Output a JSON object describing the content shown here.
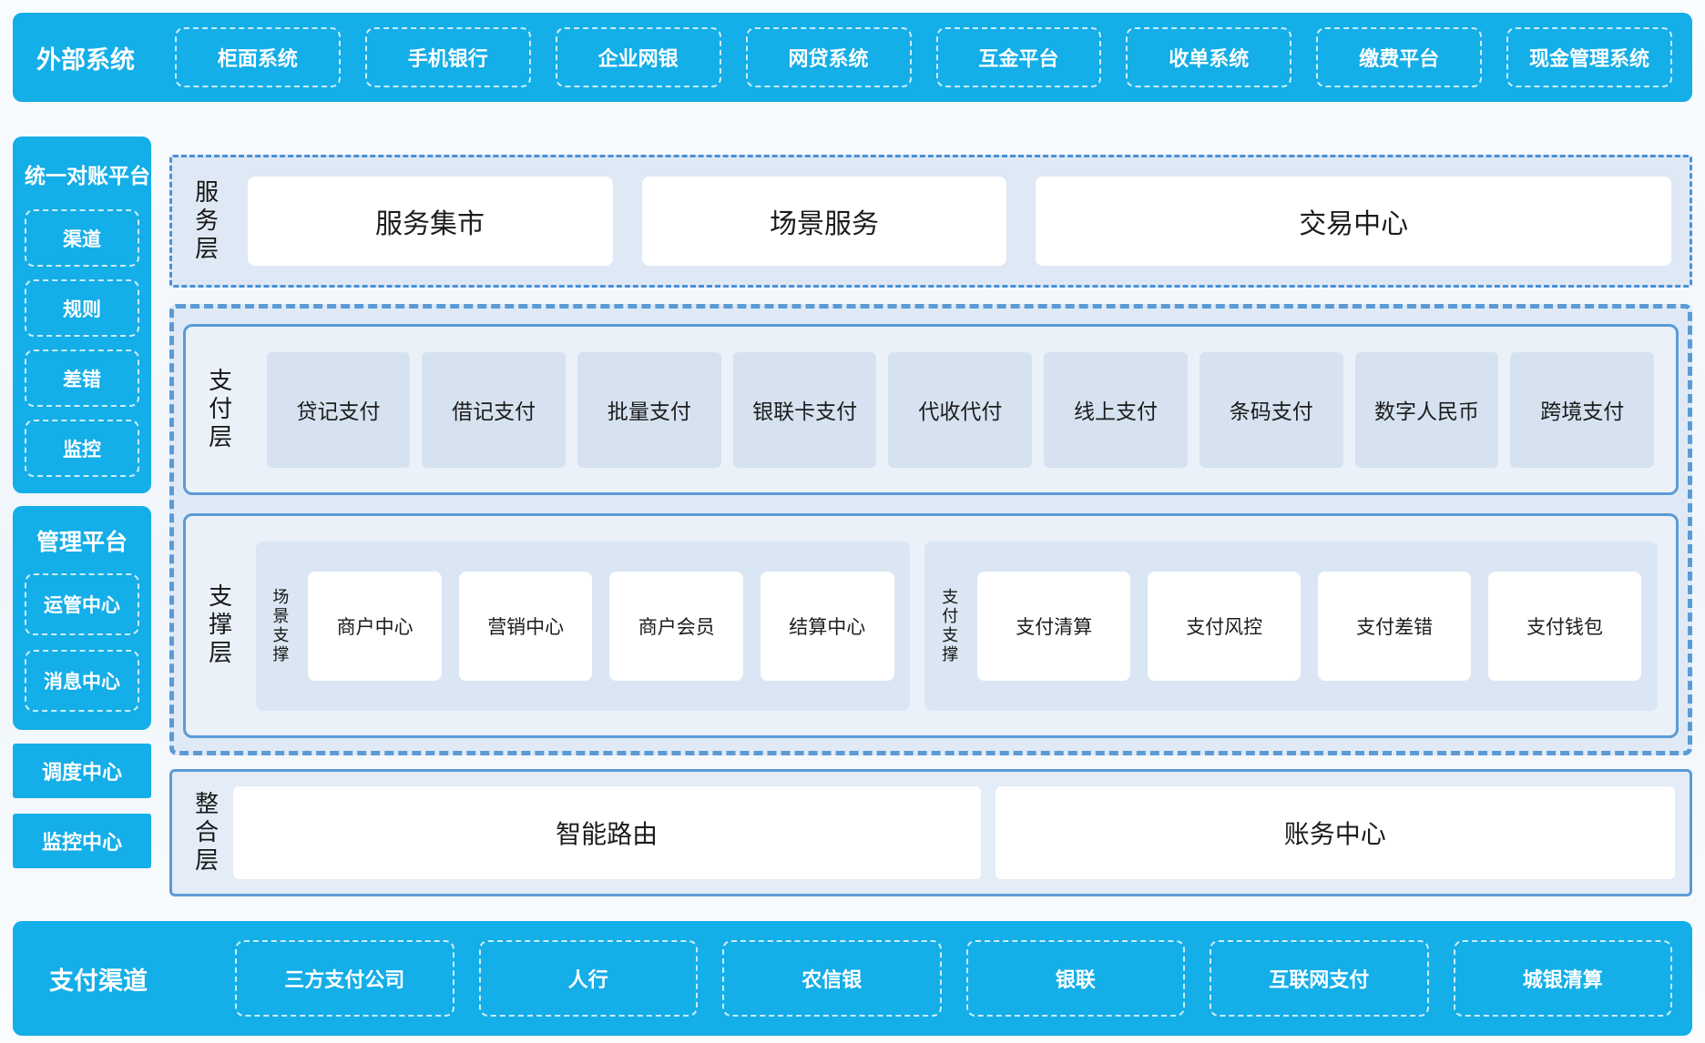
{
  "colors": {
    "accent": "#14AEE8",
    "solid_border": "#5b9bd5",
    "dashdot_border": "#4a90d8",
    "panel_bg": "#e0eaf6",
    "inner_bg": "#eaf1f9",
    "item_bg": "#d6e2f0",
    "group_bg": "#dae6f3",
    "text": "#1c1c1c"
  },
  "top_banner": {
    "title": "外部系统",
    "items": [
      "柜面系统",
      "手机银行",
      "企业网银",
      "网贷系统",
      "互金平台",
      "收单系统",
      "缴费平台",
      "现金管理系统"
    ]
  },
  "sidebar": {
    "reconciliation": {
      "title": "统一对账平台",
      "items": [
        "渠道",
        "规则",
        "差错",
        "监控"
      ]
    },
    "management": {
      "title": "管理平台",
      "items": [
        "运管中心",
        "消息中心"
      ]
    },
    "solo_blocks": [
      "调度中心",
      "监控中心"
    ]
  },
  "service_layer": {
    "label": "服务层",
    "items": [
      "服务集市",
      "场景服务",
      "交易中心"
    ]
  },
  "payment_layer": {
    "label": "支付层",
    "items": [
      "贷记支付",
      "借记支付",
      "批量支付",
      "银联卡支付",
      "代收代付",
      "线上支付",
      "条码支付",
      "数字人民币",
      "跨境支付"
    ]
  },
  "support_layer": {
    "label": "支撑层",
    "groups": [
      {
        "label": "场景支撑",
        "items": [
          "商户中心",
          "营销中心",
          "商户会员",
          "结算中心"
        ]
      },
      {
        "label": "支付支撑",
        "items": [
          "支付清算",
          "支付风控",
          "支付差错",
          "支付钱包"
        ]
      }
    ]
  },
  "integration_layer": {
    "label": "整合层",
    "items": [
      "智能路由",
      "账务中心"
    ]
  },
  "bottom_banner": {
    "title": "支付渠道",
    "items": [
      "三方支付公司",
      "人行",
      "农信银",
      "银联",
      "互联网支付",
      "城银清算"
    ]
  }
}
